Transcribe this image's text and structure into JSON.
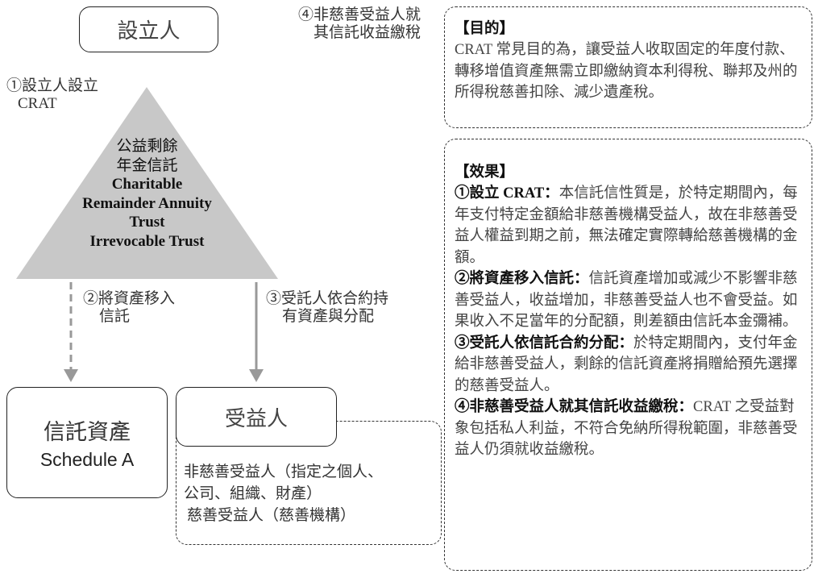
{
  "diagram": {
    "settlor": "設立人",
    "step1": [
      "①設立人設立",
      "CRAT"
    ],
    "step4": [
      "④非慈善受益人就",
      "其信託收益繳稅"
    ],
    "trust": [
      "公益剩餘",
      "年金信託",
      "Charitable",
      "Remainder Annuity",
      "Trust",
      "Irrevocable Trust"
    ],
    "step2": [
      "②將資產移入",
      "信託"
    ],
    "step3": [
      "③受託人依合約持",
      "有資產與分配"
    ],
    "assets": [
      "信託資產",
      "Schedule A"
    ],
    "beneficiary": "受益人",
    "beneficiary_types": [
      "非慈善受益人（指定之個人、",
      "公司、組織、財產）",
      "慈善受益人（慈善機構）"
    ],
    "colors": {
      "triangle": "#c8c8c8",
      "arrow": "#999999"
    }
  },
  "purpose": {
    "title": "【目的】",
    "text": "CRAT 常見目的為，讓受益人收取固定的年度付款、轉移增值資產無需立即繳納資本利得稅、聯邦及州的所得稅慈善扣除、減少遺產稅。"
  },
  "effects": {
    "title": "【效果】",
    "items": [
      {
        "lead": "①設立 CRAT：",
        "text": "本信託信性質是，於特定期間內，每年支付特定金額給非慈善機構受益人，故在非慈善受益人權益到期之前，無法確定實際轉給慈善機構的金額。"
      },
      {
        "lead": "②將資產移入信託：",
        "text": "信託資產增加或減少不影響非慈善受益人，收益增加，非慈善受益人也不會受益。如果收入不足當年的分配額，則差額由信託本金彌補。"
      },
      {
        "lead": "③受託人依信託合約分配：",
        "text": "於特定期間內，支付年金給非慈善受益人，剩餘的信託資產將捐贈給預先選擇的慈善受益人。"
      },
      {
        "lead": "④非慈善受益人就其信託收益繳稅：",
        "text": "CRAT 之受益對象包括私人利益，不符合免納所得稅範圍，非慈善受益人仍須就收益繳稅。"
      }
    ]
  }
}
